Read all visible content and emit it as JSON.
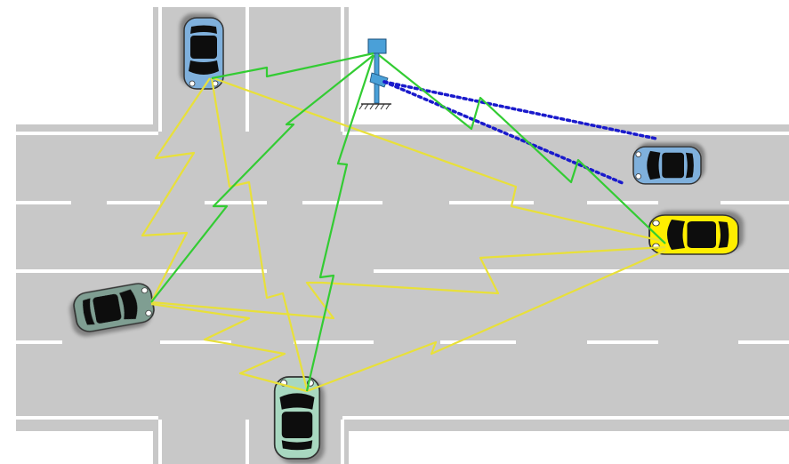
{
  "scene": {
    "colors": {
      "road": "#c8c8c8",
      "lane_marking": "#ffffff",
      "background": "#ffffff",
      "v2v_link": "#e8e03a",
      "v2i_link": "#33cc33",
      "sensing_beam": "#1a1acc",
      "rsu_pole": "#4aa0d8"
    },
    "vehicles": [
      {
        "id": "car-top",
        "color": "#7fb0dc",
        "facing": "down"
      },
      {
        "id": "car-right-blue",
        "color": "#7fb0dc",
        "facing": "left"
      },
      {
        "id": "car-yellow",
        "color": "#ffee00",
        "facing": "left"
      },
      {
        "id": "car-left-dark",
        "color": "#7f9e92",
        "facing": "right"
      },
      {
        "id": "car-bottom",
        "color": "#a8d8c0",
        "facing": "up"
      }
    ],
    "roadside_unit": {
      "icon": "rsu-tower-icon"
    }
  }
}
